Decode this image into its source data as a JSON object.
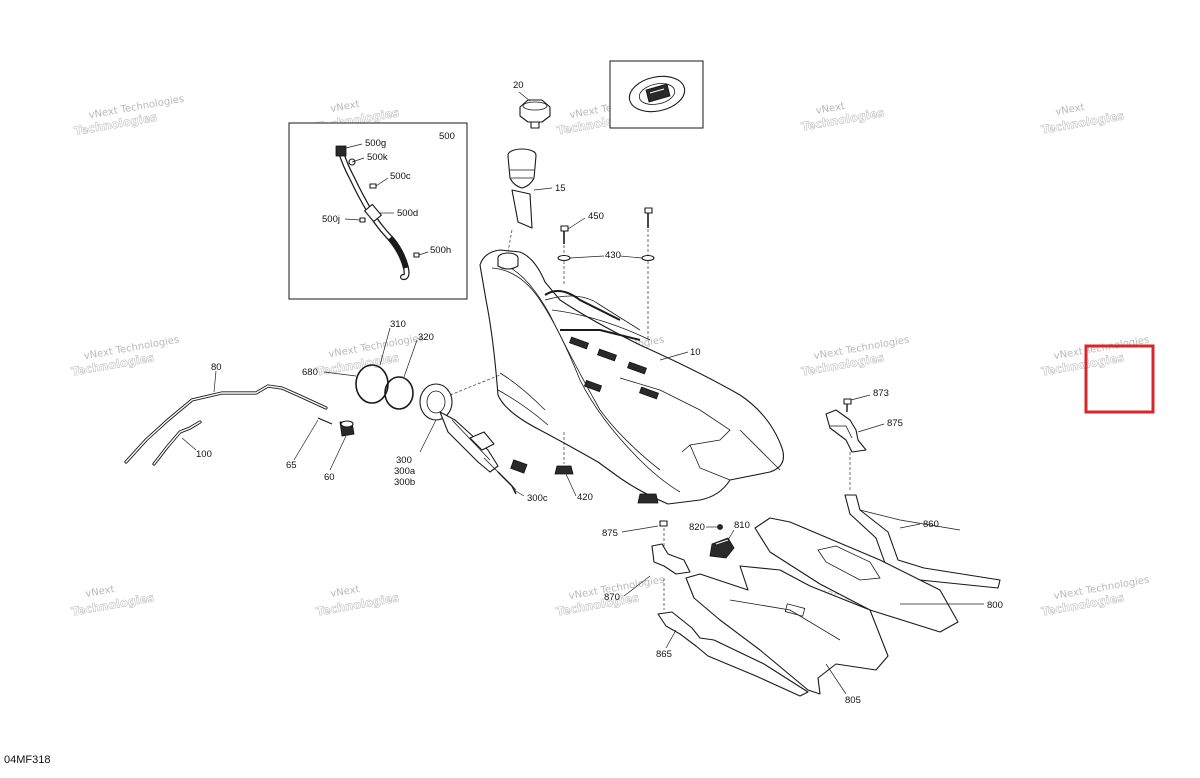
{
  "doc_code": "04MF318",
  "watermark": {
    "line1": "vNext",
    "line2": "Technologies",
    "inline": "vNext Technologies"
  },
  "callouts": {
    "c20": "20",
    "c15": "15",
    "c450": "450",
    "c430": "430",
    "c10": "10",
    "c500": "500",
    "c500g": "500g",
    "c500k": "500k",
    "c500c": "500c",
    "c500j": "500j",
    "c500d": "500d",
    "c500h": "500h",
    "c310": "310",
    "c320": "320",
    "c680": "680",
    "c80": "80",
    "c100": "100",
    "c65": "65",
    "c60": "60",
    "c300": "300",
    "c300a": "300a",
    "c300b": "300b",
    "c300c": "300c",
    "c420": "420",
    "c873": "873",
    "c875a": "875",
    "c875b": "875",
    "c860": "860",
    "c820": "820",
    "c810": "810",
    "c870": "870",
    "c865": "865",
    "c800": "800",
    "c805": "805"
  },
  "highlight": {
    "color": "#d9262b"
  }
}
